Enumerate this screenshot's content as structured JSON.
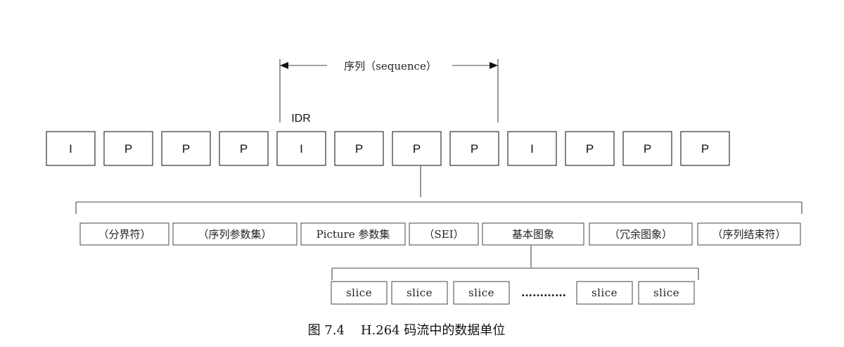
{
  "sequence": {
    "label": "序列（sequence）",
    "idr_label": "IDR"
  },
  "frames": [
    "I",
    "P",
    "P",
    "P",
    "I",
    "P",
    "P",
    "P",
    "I",
    "P",
    "P",
    "P"
  ],
  "nal_units": [
    "（分界符）",
    "（序列参数集）",
    "Picture 参数集",
    "（SEI）",
    "基本图象",
    "（冗余图象）",
    "（序列结束符）"
  ],
  "slices": [
    "slice",
    "slice",
    "slice",
    "slice",
    "slice"
  ],
  "slice_ellipsis": "…………",
  "caption": "图 7.4    H.264 码流中的数据单位"
}
